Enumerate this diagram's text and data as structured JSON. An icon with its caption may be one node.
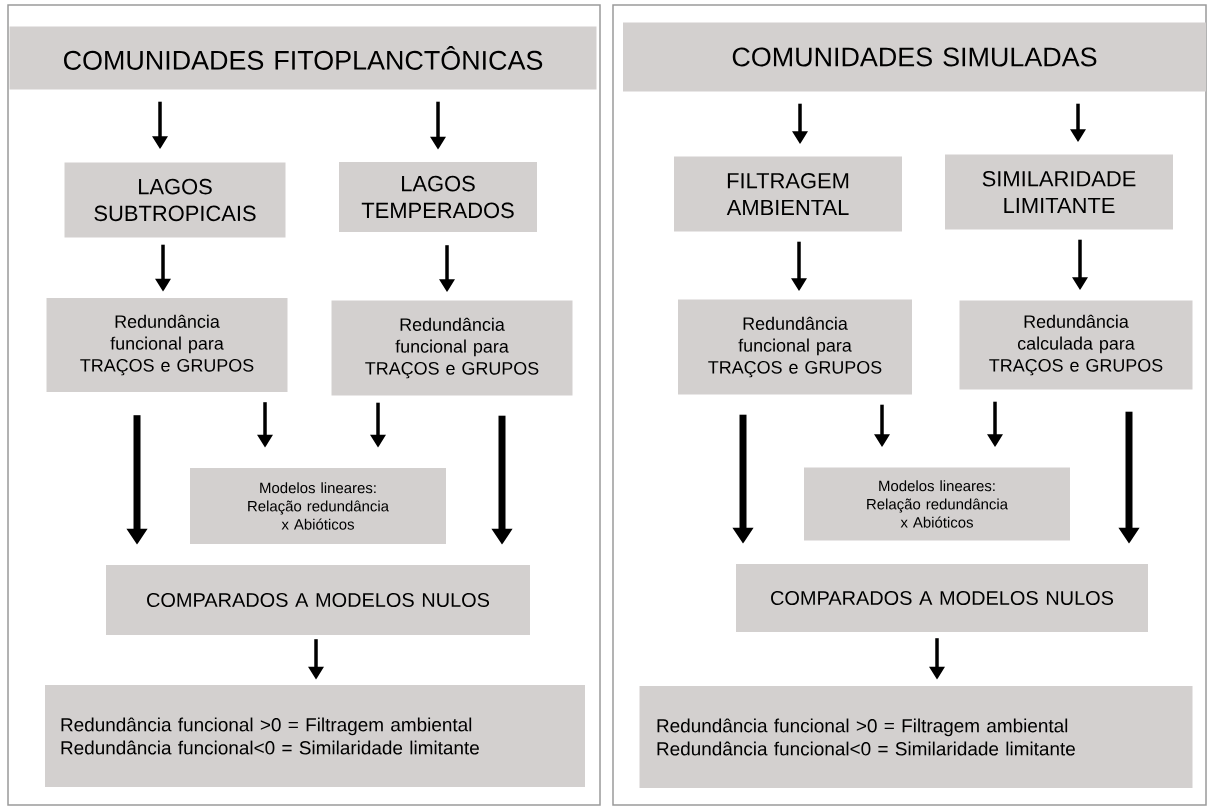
{
  "diagram": {
    "nodes": [
      {
        "text": [],
        "shape": "box"
      },
      {
        "text": [
          "COMUNIDADES FITOPLANCTÔNICAS"
        ],
        "in": 0
      },
      {
        "text": [
          "LAGOS SUBTROPICAIS"
        ],
        "in": 0
      },
      {
        "text": [
          "LAGOS TEMPERADOS"
        ],
        "in": 0
      },
      {
        "text": [
          "Redundância funcional para TRAÇOS e GRUPOS"
        ],
        "in": 0
      },
      {
        "text": [
          "Redundância funcional para TRAÇOS e GRUPOS"
        ],
        "in": 0
      },
      {
        "text": [
          "Modelos lineares: Relação redundância x Abióticos"
        ],
        "in": 0
      },
      {
        "text": [
          "COMPARADOS A MODELOS NULOS"
        ],
        "in": 0
      },
      {
        "text": [
          "Redundância funcional >0 = Filtragem ambiental",
          "Redundância funcional<0 = Similaridade limitante"
        ],
        "in": 0
      },
      {
        "text": [],
        "shape": "box"
      },
      {
        "text": [
          "COMUNIDADES SIMULADAS"
        ],
        "in": 9
      },
      {
        "text": [
          "FILTRAGEM AMBIENTAL"
        ],
        "in": 9
      },
      {
        "text": [
          "SIMILARIDADE LIMITANTE"
        ],
        "in": 9
      },
      {
        "text": [
          "Redundância funcional para TRAÇOS e GRUPOS"
        ],
        "in": 9
      },
      {
        "text": [
          "Redundância calculada para TRAÇOS e GRUPOS"
        ],
        "in": 9
      },
      {
        "text": [
          "Modelos lineares: Relação redundância x Abióticos"
        ],
        "in": 9
      },
      {
        "text": [
          "COMPARADOS A MODELOS NULOS"
        ],
        "in": 9
      },
      {
        "text": [
          "Redundância funcional >0 = Filtragem ambiental",
          "Redundância funcional<0 = Similaridade limitante"
        ],
        "in": 9
      }
    ],
    "edges": [
      {
        "from": 1,
        "to": 2,
        "arrow": "to"
      },
      {
        "from": 1,
        "to": 3,
        "arrow": "to"
      },
      {
        "from": 2,
        "to": 4,
        "arrow": "to"
      },
      {
        "from": 3,
        "to": 5,
        "arrow": "to"
      },
      {
        "from": 4,
        "to": 6,
        "arrow": "to"
      },
      {
        "from": 5,
        "to": 6,
        "arrow": "to"
      },
      {
        "from": 4,
        "to": 7,
        "arrow": "to",
        "style": "thick"
      },
      {
        "from": 5,
        "to": 7,
        "arrow": "to",
        "style": "thick"
      },
      {
        "from": 7,
        "to": 8,
        "arrow": "to"
      },
      {
        "from": 10,
        "to": 11,
        "arrow": "to"
      },
      {
        "from": 10,
        "to": 12,
        "arrow": "to"
      },
      {
        "from": 11,
        "to": 13,
        "arrow": "to"
      },
      {
        "from": 12,
        "to": 14,
        "arrow": "to"
      },
      {
        "from": 13,
        "to": 15,
        "arrow": "to"
      },
      {
        "from": 14,
        "to": 15,
        "arrow": "to"
      },
      {
        "from": 13,
        "to": 16,
        "arrow": "to",
        "style": "thick"
      },
      {
        "from": 14,
        "to": 16,
        "arrow": "to",
        "style": "thick"
      },
      {
        "from": 16,
        "to": 17,
        "arrow": "to"
      }
    ]
  }
}
